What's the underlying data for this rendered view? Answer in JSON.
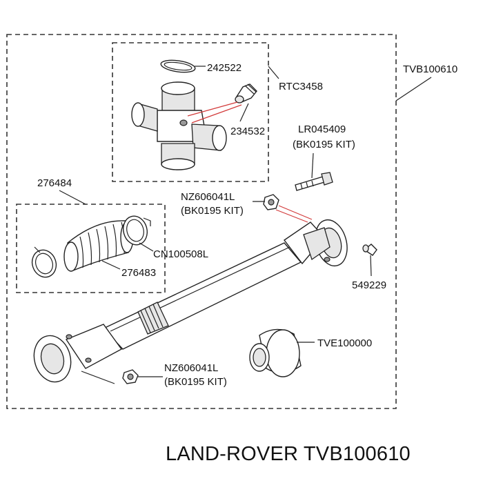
{
  "labels": {
    "circlip": "242522",
    "ujoint_kit": "RTC3458",
    "grease_nipple_top": "234532",
    "assembly": "TVB100610",
    "bolt": "LR045409",
    "bolt_kit": "(BK0195 KIT)",
    "nut_top": "NZ606041L",
    "nut_top_kit": "(BK0195 KIT)",
    "gaiter_kit": "276484",
    "gaiter_clip": "CN100508L",
    "gaiter": "276483",
    "grease_nipple_right": "549229",
    "flange": "TVE100000",
    "nut_bottom": "NZ606041L",
    "nut_bottom_kit": "(BK0195 KIT)"
  },
  "footer": {
    "brand": "LAND-ROVER",
    "part_number": "TVB100610"
  }
}
